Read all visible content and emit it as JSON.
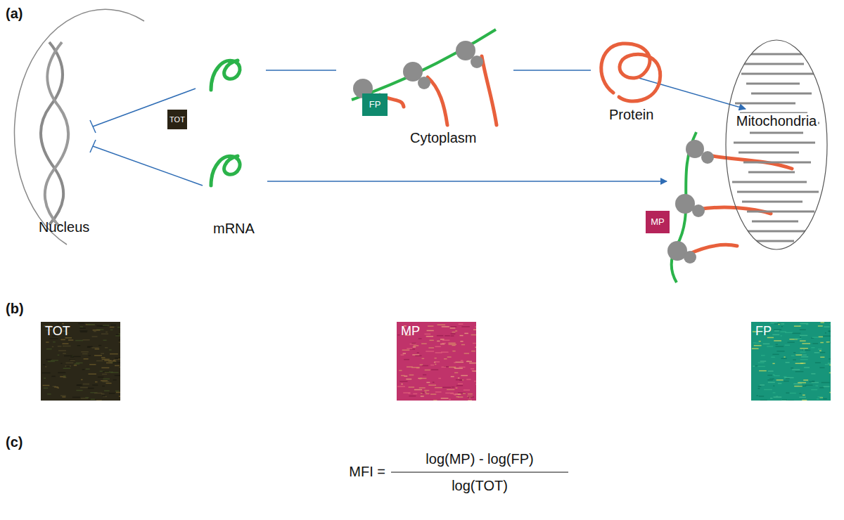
{
  "diagram": {
    "nodes": [
      {
        "text": [
          "TOT"
        ]
      },
      {
        "text": [
          "FP"
        ]
      },
      {
        "text": [
          "Mitochondria"
        ]
      },
      {
        "text": [
          "MP"
        ]
      },
      {
        "text": [
          "TOT"
        ]
      },
      {
        "text": [
          "MP"
        ]
      },
      {
        "text": [
          "FP"
        ]
      }
    ],
    "labels": [
      "(a)",
      "Nucleus",
      "mRNA",
      "Cytoplasm",
      "Protein",
      "(b)",
      "(c)",
      "MFI =",
      "log(MP) - log(FP)",
      "log(TOT)"
    ]
  }
}
